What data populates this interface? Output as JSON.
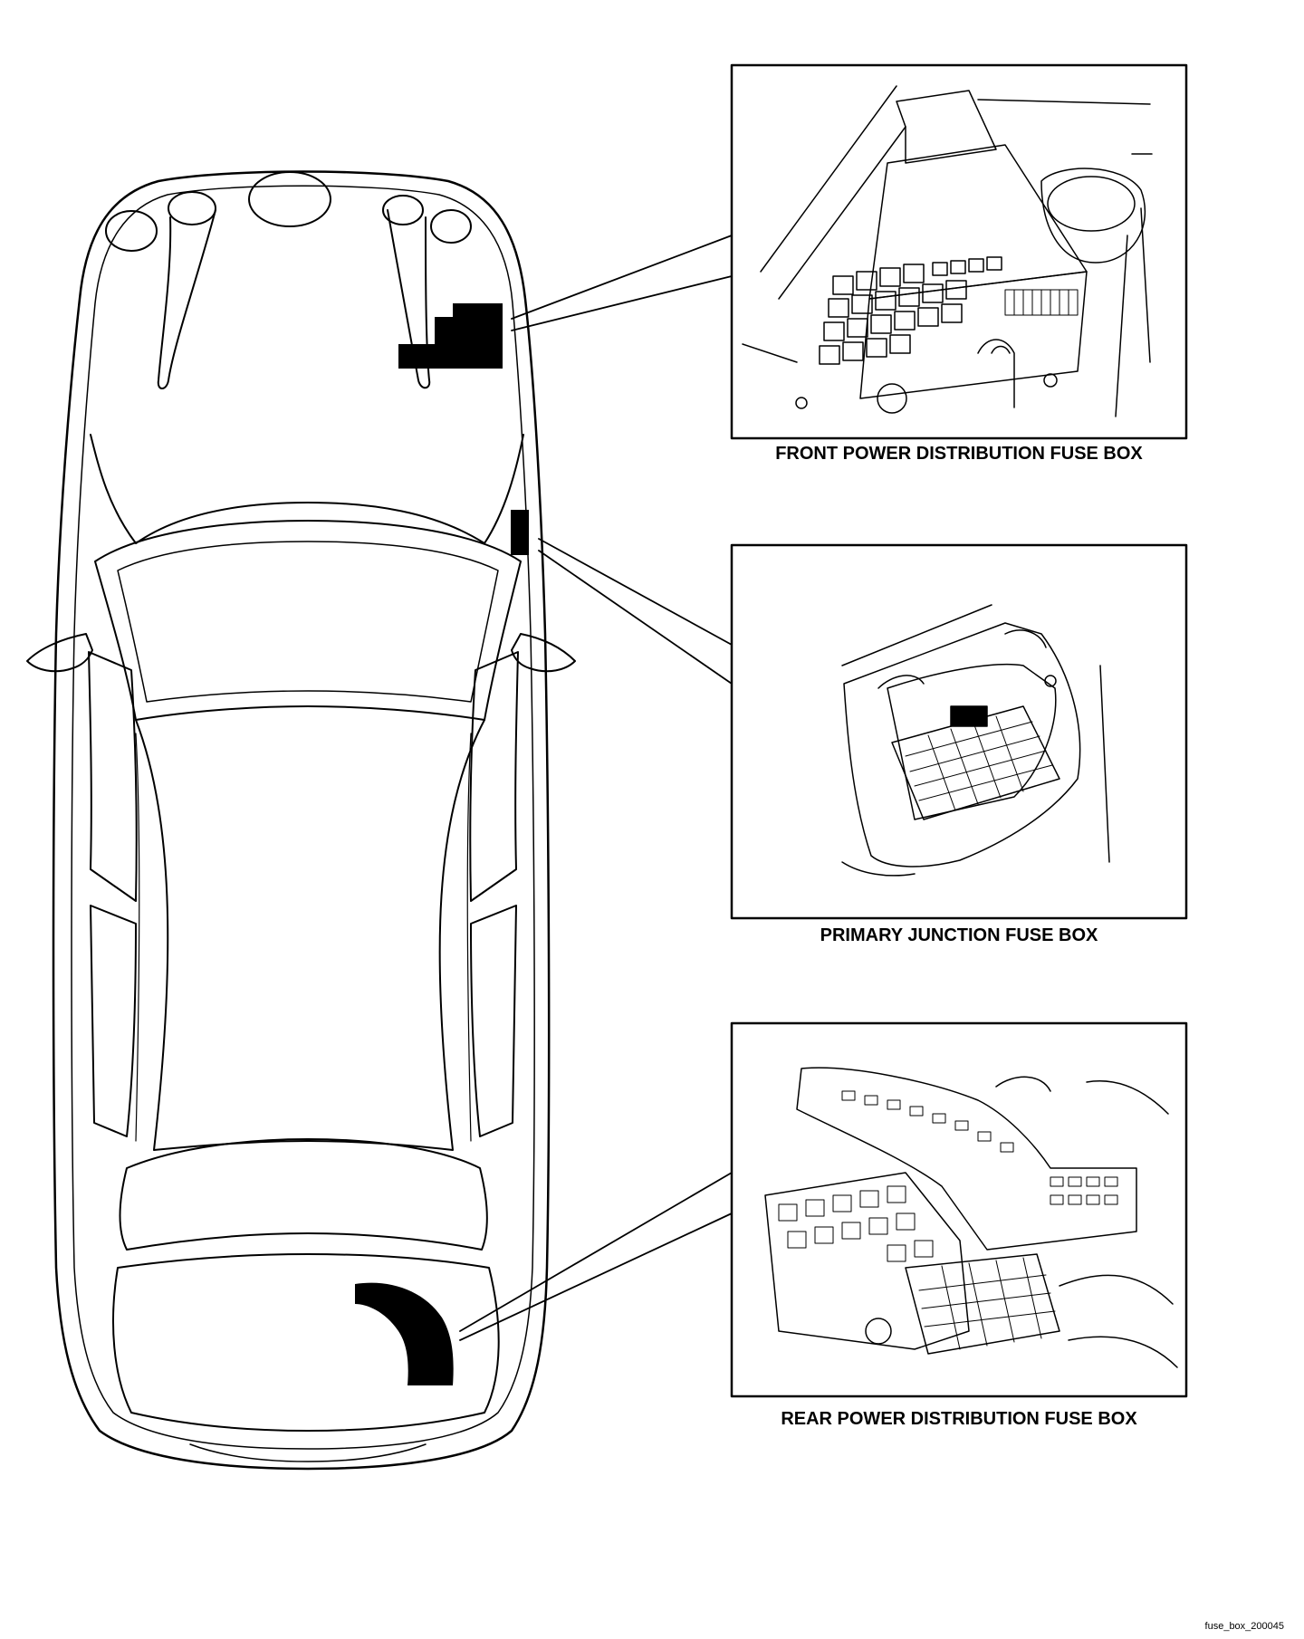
{
  "captions": {
    "front": "FRONT POWER DISTRIBUTION FUSE BOX",
    "primary": "PRIMARY JUNCTION FUSE BOX",
    "rear": "REAR POWER DISTRIBUTION FUSE BOX"
  },
  "footer": "fuse_box_200045",
  "colors": {
    "ink": "#000000",
    "paper": "#ffffff"
  }
}
